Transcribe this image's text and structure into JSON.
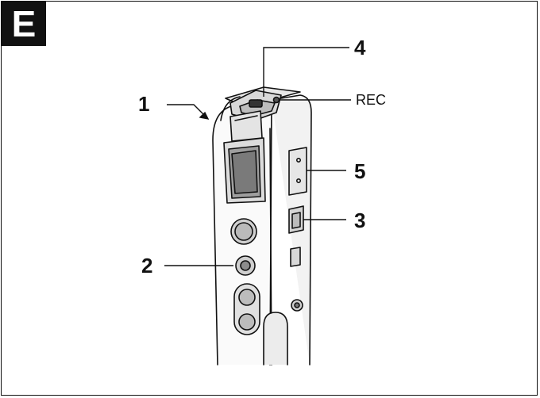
{
  "figure": {
    "section_letter": "E",
    "callouts": {
      "c1": "1",
      "c2": "2",
      "c3": "3",
      "c4": "4",
      "c5": "5",
      "rec": "REC"
    }
  }
}
